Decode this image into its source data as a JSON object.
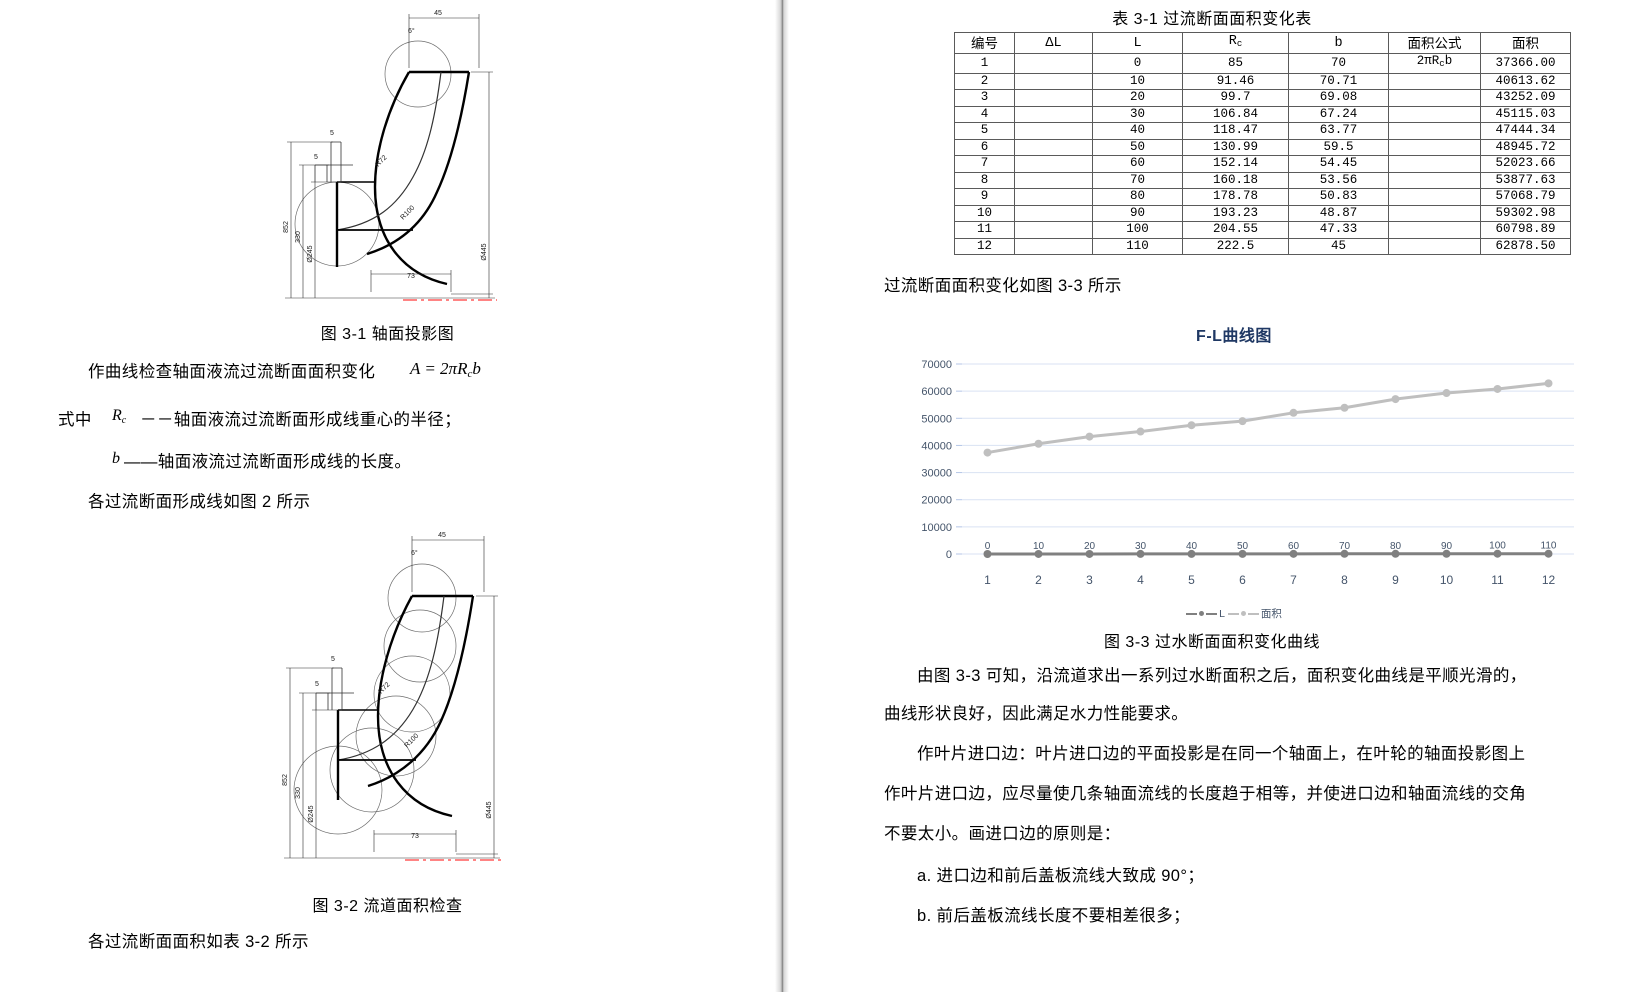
{
  "document": {
    "left_column": {
      "fig1_caption": "图 3-1  轴面投影图",
      "para1": "作曲线检查轴面液流过流断面面积变化",
      "formula": "A = 2πR",
      "formula_sub": "c",
      "formula_tail": "b",
      "where_label": "式中",
      "def1_var": "R",
      "def1_sub": "c",
      "def1_text": "－－轴面液流过流断面形成线重心的半径；",
      "def2_var": "b",
      "def2_text": "——轴面液流过流断面形成线的长度。",
      "para2": "各过流断面形成线如图 2 所示",
      "fig2_caption": "图 3-2  流道面积检查",
      "para3": "各过流断面面积如表 3-2 所示"
    },
    "right_column": {
      "table_title": "表 3-1  过流断面面积变化表",
      "para_after_table": "过流断面面积变化如图 3-3 所示",
      "fig3_caption": "图 3-3  过水断面面积变化曲线",
      "para_b1": "由图 3-3 可知，沿流道求出一系列过水断面积之后，面积变化曲线是平顺光滑的，",
      "para_b2": "曲线形状良好，因此满足水力性能要求。",
      "para_b3": "作叶片进口边：叶片进口边的平面投影是在同一个轴面上，在叶轮的轴面投影图上",
      "para_b4": "作叶片进口边，应尽量使几条轴面流线的长度趋于相等，并使进口边和轴面流线的交角",
      "para_b5": "不要太小。画进口边的原则是：",
      "para_b6": "a. 进口边和前后盖板流线大致成 90°；",
      "para_b7": "b. 前后盖板流线长度不要相差很多；"
    }
  },
  "table": {
    "headers": [
      "编号",
      "ΔL",
      "L",
      "Rc",
      "b",
      "面积公式",
      "面积"
    ],
    "header_rc_base": "R",
    "header_rc_sub": "c",
    "formula_cell_pre": "2πR",
    "formula_cell_sub": "c",
    "formula_cell_post": "b",
    "rows": [
      {
        "no": "1",
        "dl": "",
        "l": "0",
        "rc": "85",
        "b": "70",
        "area": "37366.00"
      },
      {
        "no": "2",
        "dl": "",
        "l": "10",
        "rc": "91.46",
        "b": "70.71",
        "area": "40613.62"
      },
      {
        "no": "3",
        "dl": "",
        "l": "20",
        "rc": "99.7",
        "b": "69.08",
        "area": "43252.09"
      },
      {
        "no": "4",
        "dl": "",
        "l": "30",
        "rc": "106.84",
        "b": "67.24",
        "area": "45115.03"
      },
      {
        "no": "5",
        "dl": "",
        "l": "40",
        "rc": "118.47",
        "b": "63.77",
        "area": "47444.34"
      },
      {
        "no": "6",
        "dl": "",
        "l": "50",
        "rc": "130.99",
        "b": "59.5",
        "area": "48945.72"
      },
      {
        "no": "7",
        "dl": "",
        "l": "60",
        "rc": "152.14",
        "b": "54.45",
        "area": "52023.66"
      },
      {
        "no": "8",
        "dl": "",
        "l": "70",
        "rc": "160.18",
        "b": "53.56",
        "area": "53877.63"
      },
      {
        "no": "9",
        "dl": "",
        "l": "80",
        "rc": "178.78",
        "b": "50.83",
        "area": "57068.79"
      },
      {
        "no": "10",
        "dl": "",
        "l": "90",
        "rc": "193.23",
        "b": "48.87",
        "area": "59302.98"
      },
      {
        "no": "11",
        "dl": "",
        "l": "100",
        "rc": "204.55",
        "b": "47.33",
        "area": "60798.89"
      },
      {
        "no": "12",
        "dl": "",
        "l": "110",
        "rc": "222.5",
        "b": "45",
        "area": "62878.50"
      }
    ]
  },
  "chart_data": {
    "type": "line",
    "title": "F-L曲线图",
    "xlabel": "",
    "ylabel": "",
    "categories": [
      "1",
      "2",
      "3",
      "4",
      "5",
      "6",
      "7",
      "8",
      "9",
      "10",
      "11",
      "12"
    ],
    "ylim": [
      0,
      70000
    ],
    "yticks": [
      0,
      10000,
      20000,
      30000,
      40000,
      50000,
      60000,
      70000
    ],
    "grid": true,
    "legend_position": "bottom",
    "series": [
      {
        "name": "L",
        "color": "#808080",
        "values": [
          0,
          10,
          20,
          30,
          40,
          50,
          60,
          70,
          80,
          90,
          100,
          110
        ],
        "data_labels": [
          "0",
          "10",
          "20",
          "30",
          "40",
          "50",
          "60",
          "70",
          "80",
          "90",
          "100",
          "110"
        ]
      },
      {
        "name": "面积",
        "color": "#bfbfbf",
        "values": [
          37366.0,
          40613.62,
          43252.09,
          45115.03,
          47444.34,
          48945.72,
          52023.66,
          53877.63,
          57068.79,
          59302.98,
          60798.89,
          62878.5
        ],
        "data_labels": []
      }
    ]
  },
  "drawing": {
    "dims": {
      "top_width": "45",
      "angle": "6°",
      "r72": "R72",
      "r100": "R100",
      "b_top": "5",
      "b_mid": "5",
      "h852": "852",
      "h330": "330",
      "d245": "Ø245",
      "d445": "Ø445",
      "w73": "73"
    }
  },
  "colors": {
    "chart_title": "#1f3864",
    "axis_text": "#44546a",
    "series_L": "#808080",
    "series_area": "#bfbfbf",
    "grid": "#d9e2f3",
    "centerline": "#ff3b3b",
    "table_border": "#5a5a5a"
  }
}
